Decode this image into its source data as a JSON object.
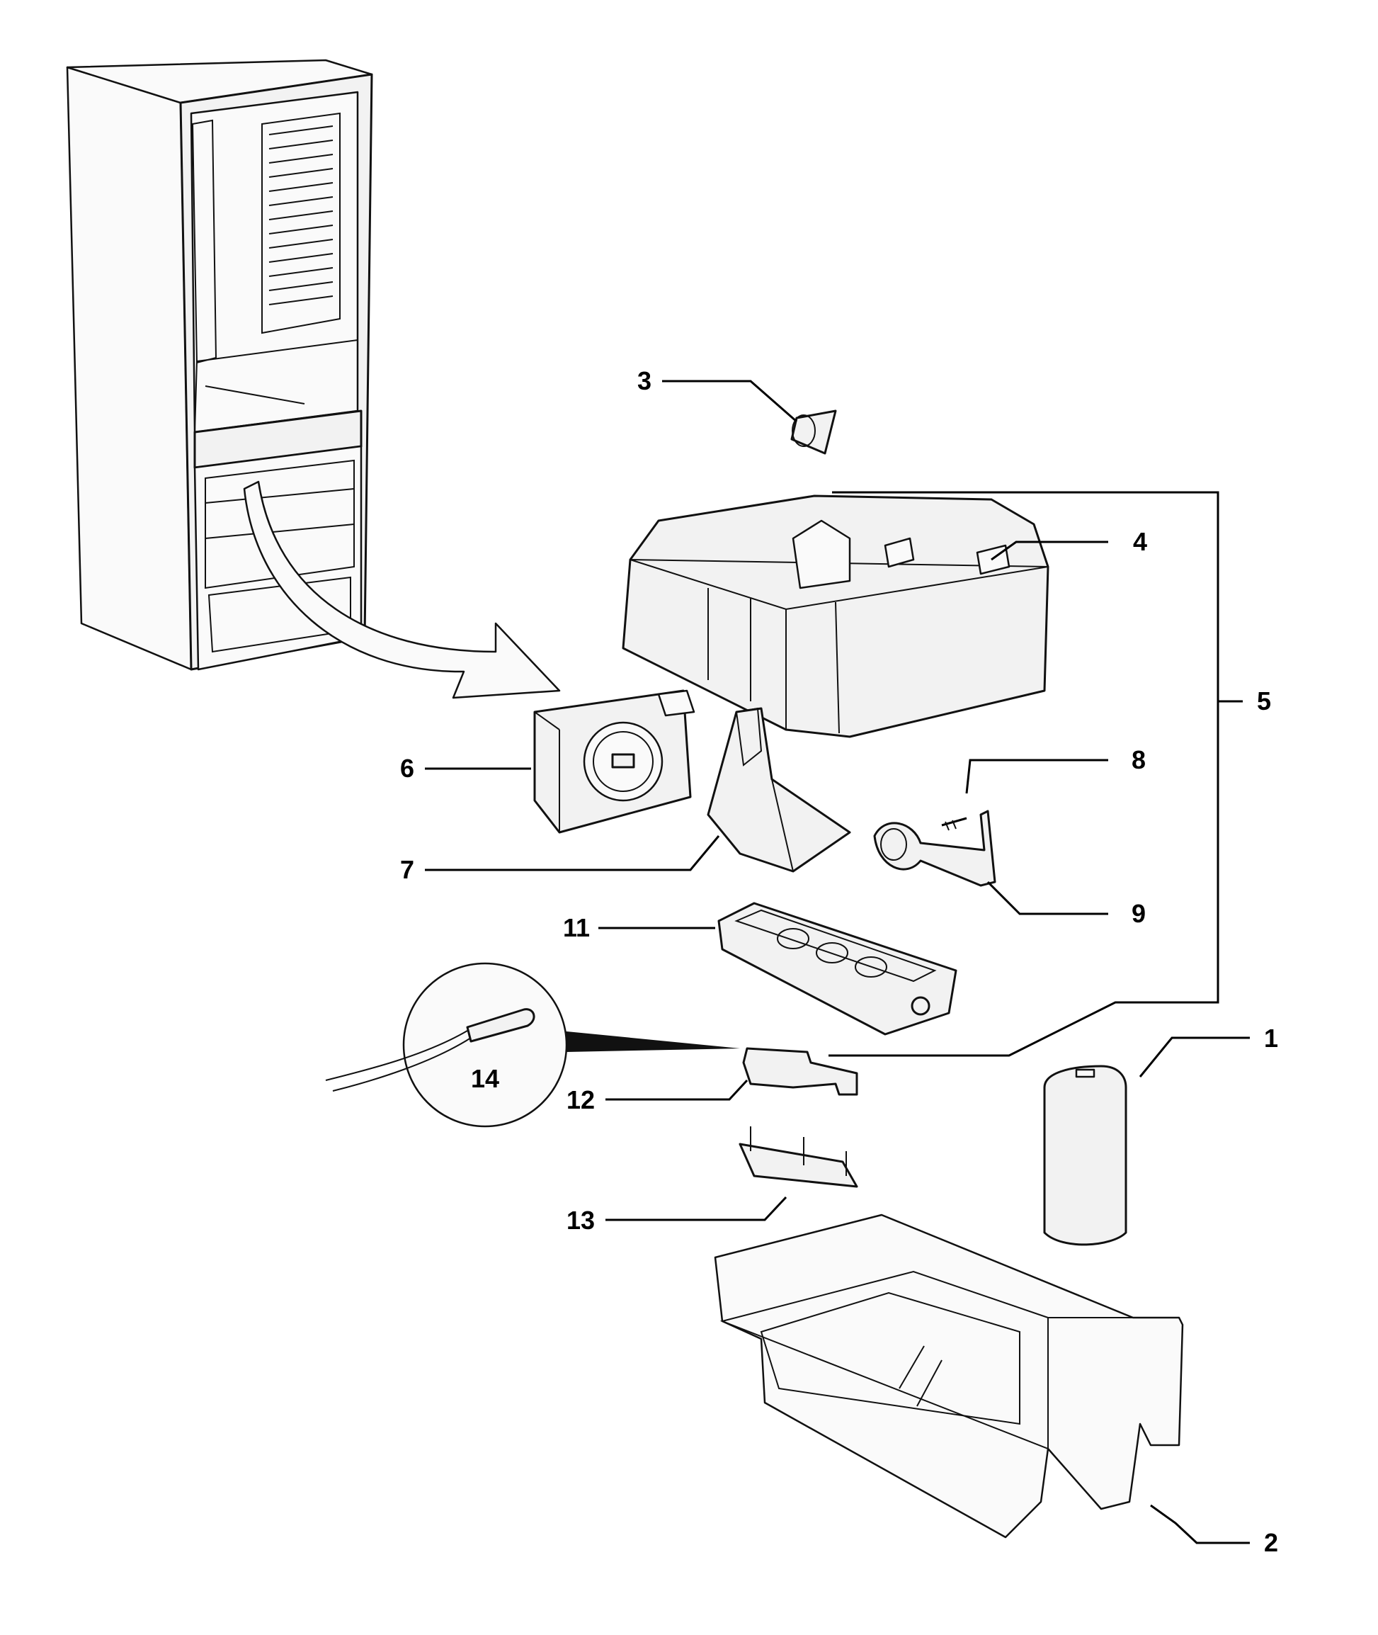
{
  "callouts": {
    "c1": "1",
    "c2": "2",
    "c3": "3",
    "c4": "4",
    "c5": "5",
    "c6": "6",
    "c7": "7",
    "c8": "8",
    "c9": "9",
    "c11": "11",
    "c12": "12",
    "c13": "13",
    "c14": "14"
  }
}
